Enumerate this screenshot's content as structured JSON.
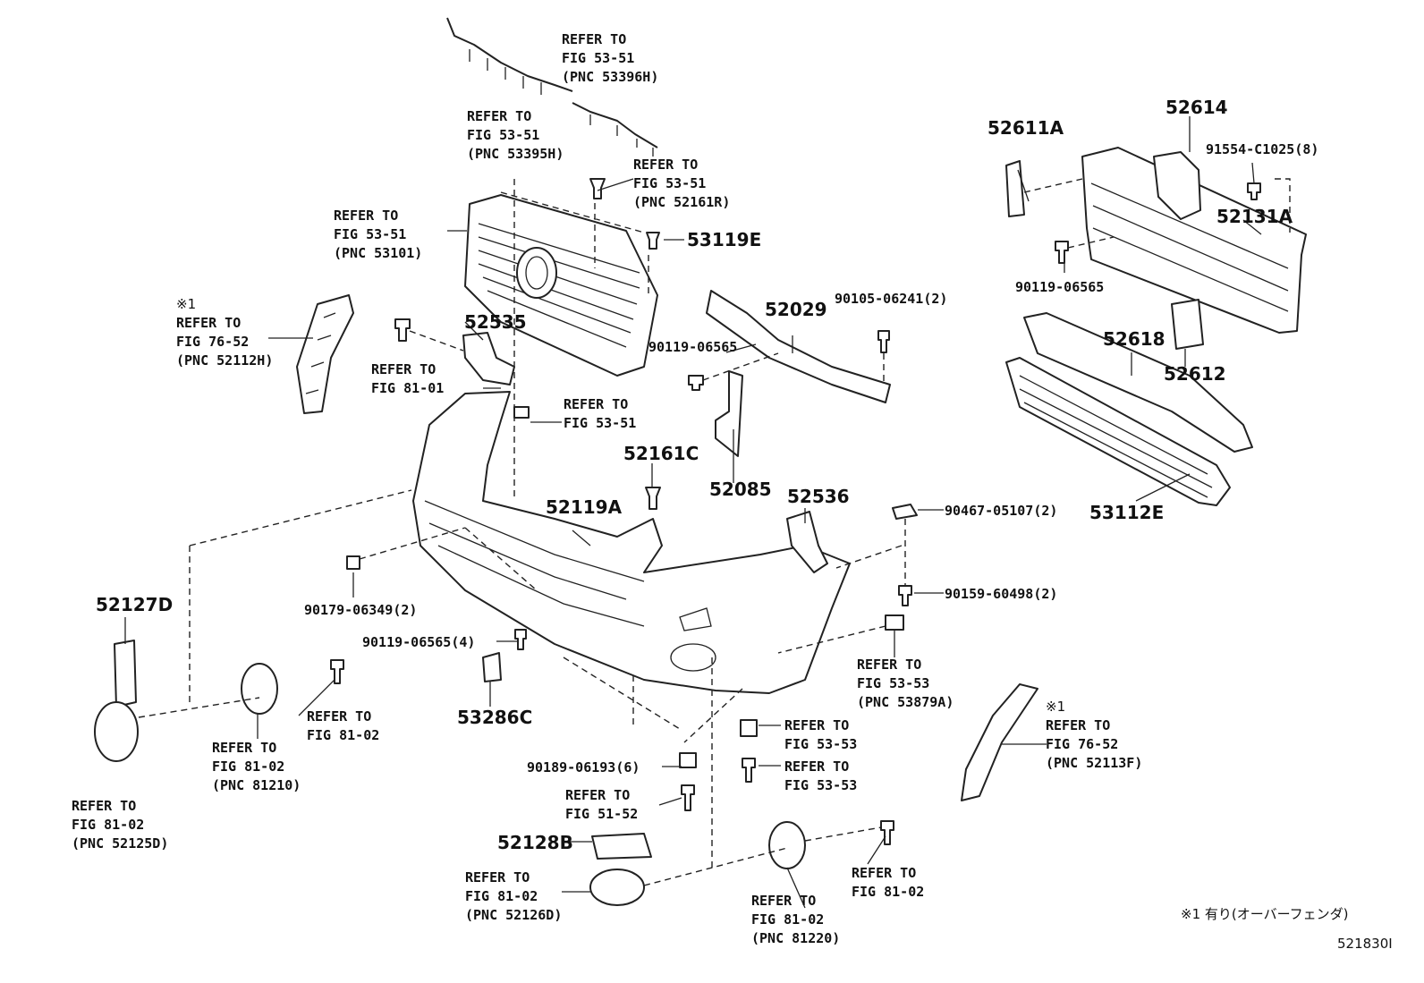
{
  "diagram_id": "521830I",
  "footnote": "※1 有り(オーバーフェンダ)",
  "callouts": {
    "c_53396H": {
      "lines": [
        "REFER TO",
        "FIG 53-51",
        "(PNC 53396H)"
      ]
    },
    "c_53395H": {
      "lines": [
        "REFER TO",
        "FIG 53-51",
        "(PNC 53395H)"
      ]
    },
    "c_52161R": {
      "lines": [
        "REFER TO",
        "FIG 53-51",
        "(PNC 52161R)"
      ]
    },
    "c_53101": {
      "lines": [
        "REFER TO",
        "FIG 53-51",
        "(PNC 53101)"
      ]
    },
    "c_52112H": {
      "lines": [
        "※1",
        "REFER TO",
        "FIG 76-52",
        "(PNC 52112H)"
      ]
    },
    "c_fig8101": {
      "lines": [
        "REFER TO",
        "FIG 81-01"
      ]
    },
    "c_fig5351": {
      "lines": [
        "REFER TO",
        "FIG 53-51"
      ]
    },
    "c_fig8102a": {
      "lines": [
        "REFER TO",
        "FIG 81-02"
      ]
    },
    "c_81210": {
      "lines": [
        "REFER TO",
        "FIG 81-02",
        "(PNC 81210)"
      ]
    },
    "c_52125D": {
      "lines": [
        "REFER TO",
        "FIG 81-02",
        "(PNC 52125D)"
      ]
    },
    "c_53879A": {
      "lines": [
        "REFER TO",
        "FIG 53-53",
        "(PNC 53879A)"
      ]
    },
    "c_fig5353a": {
      "lines": [
        "REFER TO",
        "FIG 53-53"
      ]
    },
    "c_fig5353b": {
      "lines": [
        "REFER TO",
        "FIG 53-53"
      ]
    },
    "c_52113F": {
      "lines": [
        "※1",
        "REFER TO",
        "FIG 76-52",
        "(PNC 52113F)"
      ]
    },
    "c_fig5152": {
      "lines": [
        "REFER TO",
        "FIG 51-52"
      ]
    },
    "c_52126D": {
      "lines": [
        "REFER TO",
        "FIG 81-02",
        "(PNC 52126D)"
      ]
    },
    "c_81220": {
      "lines": [
        "REFER TO",
        "FIG 81-02",
        "(PNC 81220)"
      ]
    },
    "c_fig8102b": {
      "lines": [
        "REFER TO",
        "FIG 81-02"
      ]
    }
  },
  "part_numbers": {
    "p52611A": "52611A",
    "p52614": "52614",
    "p91554": "91554-C1025(8)",
    "p52131A": "52131A",
    "p90119_r": "90119-06565",
    "p52612": "52612",
    "p52618": "52618",
    "p53112E": "53112E",
    "p53119E": "53119E",
    "p52029": "52029",
    "p90105": "90105-06241(2)",
    "p90119_m": "90119-06565",
    "p52535": "52535",
    "p52161C": "52161C",
    "p52085": "52085",
    "p52536": "52536",
    "p90467": "90467-05107(2)",
    "p52119A": "52119A",
    "p90159": "90159-60498(2)",
    "p90179": "90179-06349(2)",
    "p52127D": "52127D",
    "p90119_4": "90119-06565(4)",
    "p53286C": "53286C",
    "p90189": "90189-06193(6)",
    "p52128B": "52128B"
  }
}
